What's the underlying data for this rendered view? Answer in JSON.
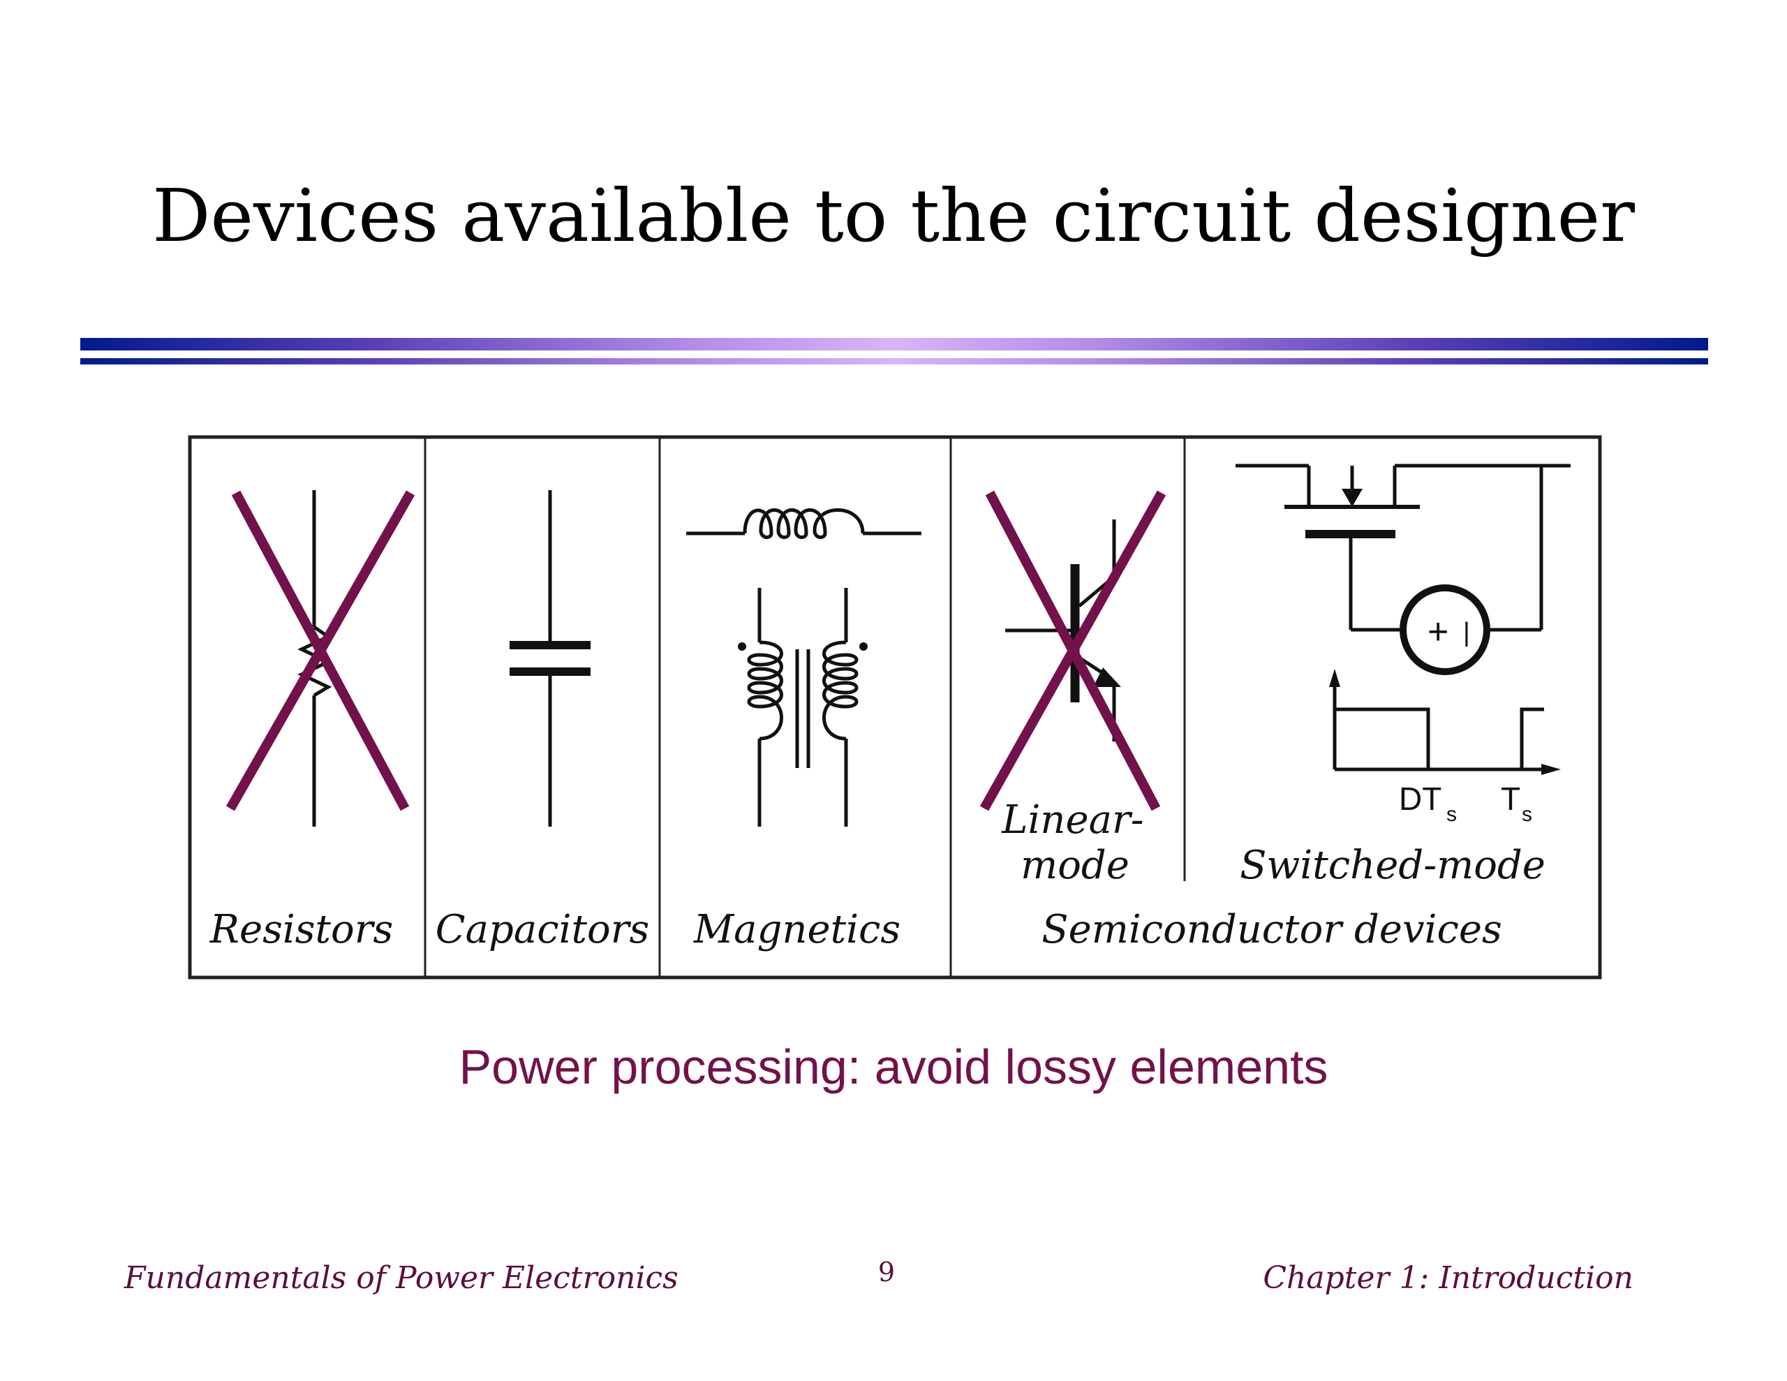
{
  "slide": {
    "title": "Devices available to the circuit designer",
    "subtitle": "Power processing: avoid lossy elements"
  },
  "diagram": {
    "columns": {
      "resistors": "Resistors",
      "capacitors": "Capacitors",
      "magnetics": "Magnetics",
      "semiconductors": "Semiconductor devices"
    },
    "linear_mode": [
      "Linear-",
      "mode"
    ],
    "switched_mode": "Switched-mode",
    "waveform_labels": {
      "dt": "DT",
      "dt_sub": "s",
      "t": "T",
      "t_sub": "s"
    },
    "source_symbols": {
      "plus": "+",
      "minus": "|"
    }
  },
  "footer": {
    "left": "Fundamentals of Power Electronics",
    "page": "9",
    "right": "Chapter 1: Introduction"
  },
  "colors": {
    "cross": "#73114a",
    "accent_text": "#73114a",
    "footer_text": "#5a0f3c",
    "bar_dark": "#001a8c",
    "bar_light": "#d8b4fa"
  }
}
